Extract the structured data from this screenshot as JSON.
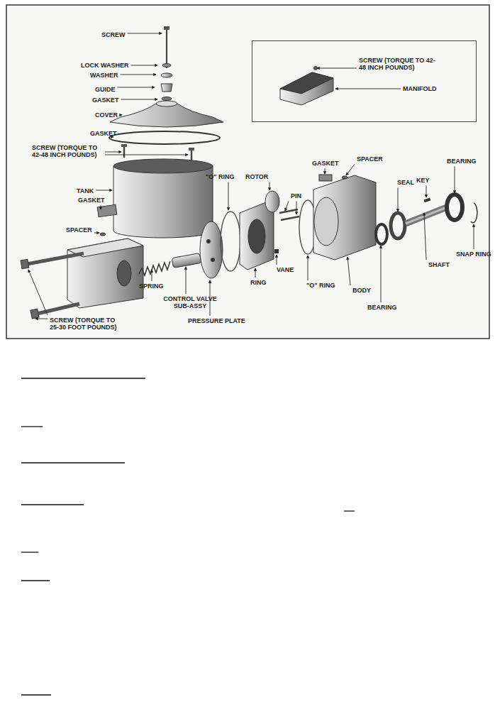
{
  "diagram": {
    "nodes": [
      {
        "text": [
          "SCREW (TORQUE TO 42-48 INCH POUNDS)",
          "MANIFOLD"
        ]
      }
    ],
    "labels": [
      "SCREW",
      "LOCK WASHER",
      "WASHER",
      "GUIDE",
      "GASKET",
      "COVER",
      "GASKET",
      "SCREW (TORQUE TO 42-48 INCH POUNDS)",
      "TANK",
      "GASKET",
      "SPACER",
      "SCREW (TORQUE TO 25-30 FOOT POUNDS)",
      "SPRING",
      "CONTROL VALVE SUB-ASSY",
      "PRESSURE PLATE",
      "\"O\" RING",
      "ROTOR",
      "PIN",
      "RING",
      "VANE",
      "\"O\" RING",
      "GASKET",
      "SPACER",
      "BODY",
      "BEARING",
      "SEAL",
      "KEY",
      "BEARING",
      "SHAFT",
      "SNAP RING"
    ]
  }
}
